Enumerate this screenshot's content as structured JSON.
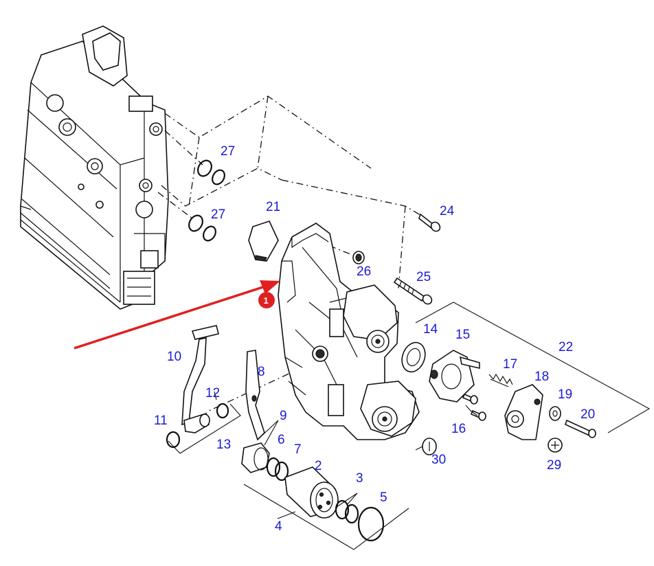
{
  "callouts": {
    "c1": "1",
    "c2": "2",
    "c3": "3",
    "c4": "4",
    "c5": "5",
    "c6": "6",
    "c7": "7",
    "c8": "8",
    "c9": "9",
    "c10": "10",
    "c11": "11",
    "c12": "12",
    "c13": "13",
    "c14": "14",
    "c15": "15",
    "c16": "16",
    "c17": "17",
    "c18": "18",
    "c19": "19",
    "c20": "20",
    "c21": "21",
    "c22": "22",
    "c24": "24",
    "c25": "25",
    "c26": "26",
    "c27a": "27",
    "c27b": "27",
    "c29": "29",
    "c30": "30"
  },
  "colors": {
    "callout": "#1a1ad6",
    "highlight_arrow": "#e02020",
    "badge": "#e02020",
    "linework": "#111111",
    "background": "#ffffff"
  },
  "icons": {
    "highlight_arrow": "red-pointer-arrow",
    "badge": "numbered-red-badge"
  }
}
